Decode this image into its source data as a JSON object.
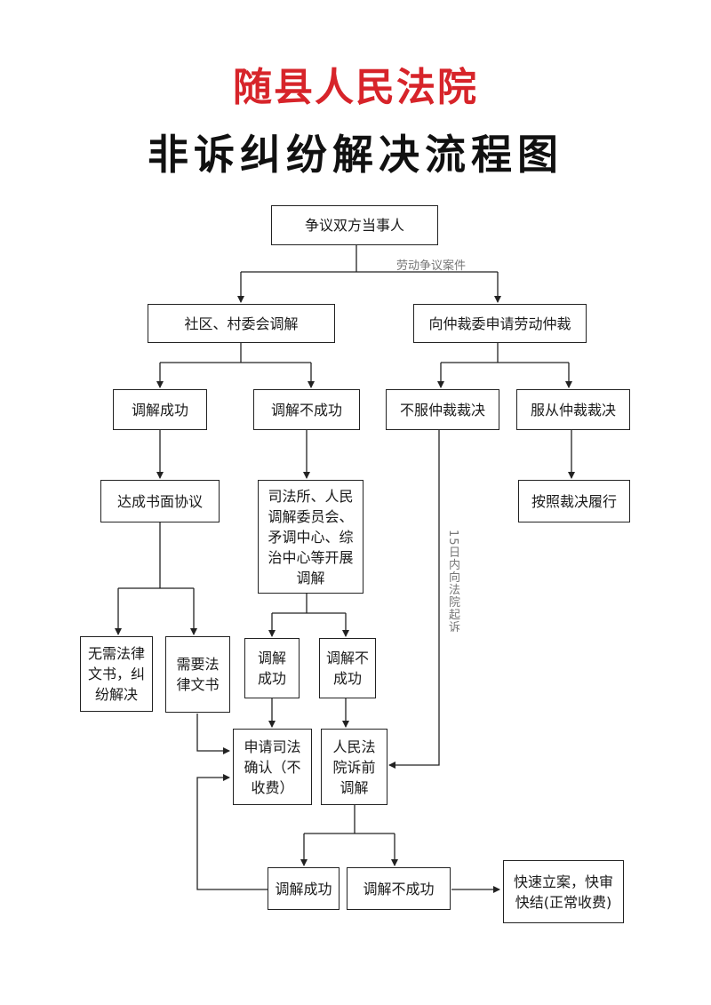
{
  "header": {
    "court_name": "随县人民法院",
    "chart_title": "非诉纠纷解决流程图"
  },
  "nodes": {
    "parties": "争议双方当事人",
    "community_mediation": "社区、村委会调解",
    "labor_arbitration": "向仲裁委申请劳动仲裁",
    "mediation_success": "调解成功",
    "mediation_fail": "调解不成功",
    "reject_award": "不服仲裁裁决",
    "accept_award": "服从仲裁裁决",
    "written_agreement": "达成书面协议",
    "judicial_office": "司法所、人民\n调解委员会、\n矛调中心、综\n治中心等开展\n调解",
    "perform_award": "按照裁决履行",
    "no_legal_doc": "无需法律\n文书，纠\n纷解决",
    "need_legal_doc": "需要法\n律文书",
    "mediation2_success": "调解\n成功",
    "mediation2_fail": "调解不\n成功",
    "judicial_confirm": "申请司法\n确认（不\n收费）",
    "court_pre_mediation": "人民法\n院诉前\n调解",
    "final_success": "调解成功",
    "final_fail": "调解不成功",
    "fast_filing": "快速立案，快审\n快结(正常收费)"
  },
  "edge_labels": {
    "labor_dispute": "劳动争议案件",
    "sue_within_15_days": "15日内向法院起诉"
  }
}
